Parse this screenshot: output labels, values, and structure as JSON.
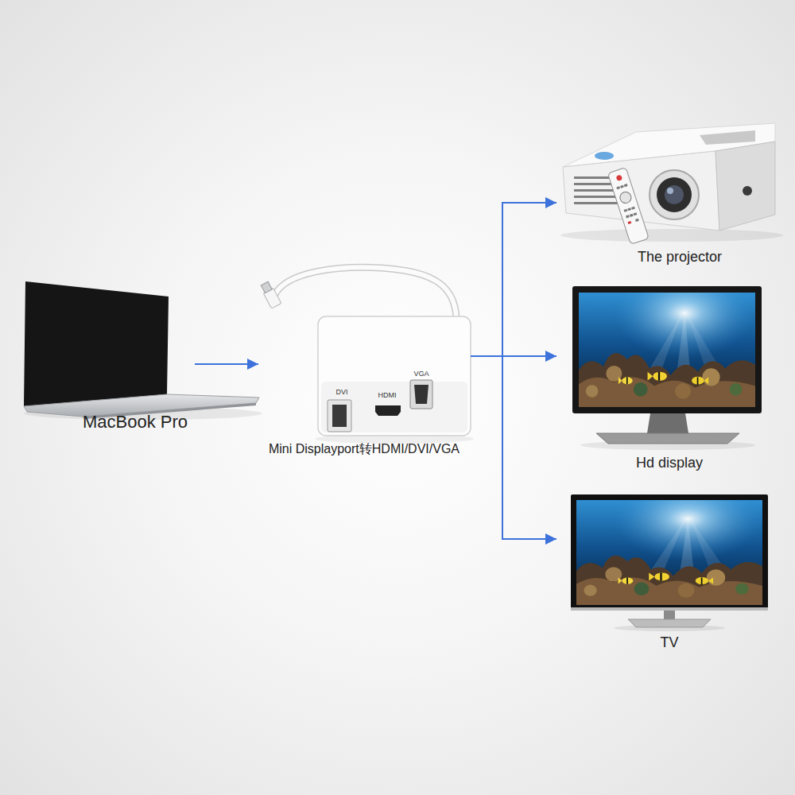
{
  "diagram": {
    "nodes": [
      {
        "text": [
          "MacBook Pro"
        ]
      },
      {
        "text": [
          "DVI",
          "HDMI",
          "VGA",
          "Mini Displayport转HDMI/DVI/VGA"
        ]
      },
      {
        "text": [
          "The projector"
        ]
      },
      {
        "text": [
          "Hd display"
        ]
      },
      {
        "text": [
          "TV"
        ]
      }
    ],
    "edges": [
      {
        "from": 0,
        "to": 1,
        "arrow": "to"
      },
      {
        "from": 1,
        "to": 2,
        "arrow": "to"
      },
      {
        "from": 1,
        "to": 3,
        "arrow": "to"
      },
      {
        "from": 1,
        "to": 4,
        "arrow": "to"
      }
    ]
  }
}
